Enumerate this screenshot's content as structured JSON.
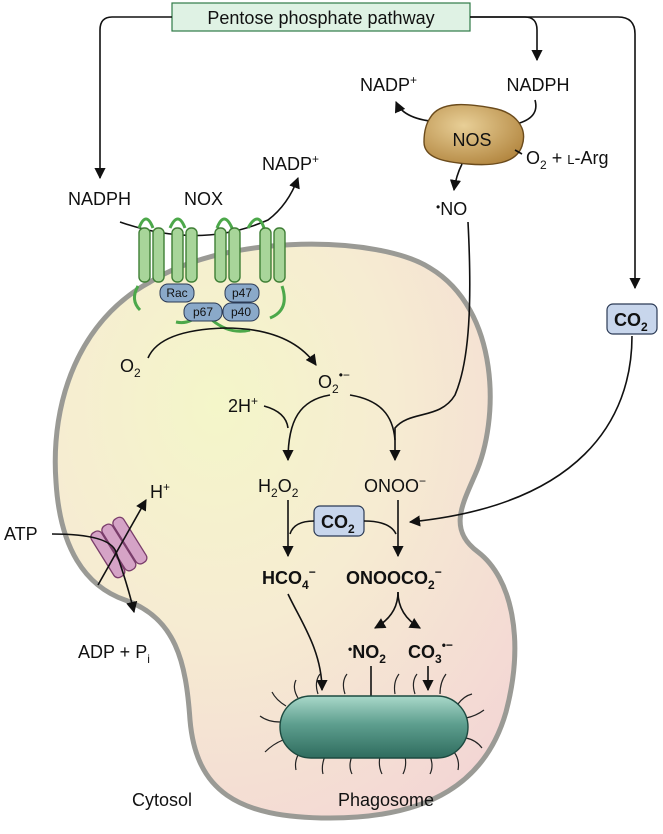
{
  "pathway_label": "Pentose phosphate pathway",
  "compartments": {
    "cytosol": "Cytosol",
    "phagosome": "Phagosome"
  },
  "nox": {
    "name": "NOX",
    "substrate": "NADPH",
    "product": "NADP",
    "product_sup": "+",
    "subunits": {
      "rac": "Rac",
      "p47": "p47",
      "p67": "p67",
      "p40": "p40"
    }
  },
  "nos": {
    "name": "NOS",
    "cofactor_in": "NADPH",
    "cofactor_out": "NADP",
    "cofactor_out_sup": "+",
    "substrate_o2": "O",
    "substrate_o2_sub": "2",
    "substrate_plus": " + ",
    "substrate_arg_prefix": "L",
    "substrate_arg": "-Arg",
    "product_dot": "•",
    "product": "NO"
  },
  "species": {
    "o2": {
      "base": "O",
      "sub": "2"
    },
    "superoxide": {
      "base": "O",
      "sub": "2",
      "sup": "•−"
    },
    "protons": {
      "base": "2H",
      "sup": "+"
    },
    "h2o2": {
      "b1": "H",
      "s1": "2",
      "b2": "O",
      "s2": "2"
    },
    "peroxynitrite": {
      "base": "ONOO",
      "sup": "−"
    },
    "co2_box": {
      "base": "CO",
      "sub": "2"
    },
    "co2_outer": {
      "base": "CO",
      "sub": "2"
    },
    "peroxymonocarbonate": {
      "base": "HCO",
      "sub": "4",
      "sup": "−"
    },
    "nitrosoperoxycarbonate": {
      "base": "ONOOCO",
      "sub": "2",
      "sup": "−"
    },
    "no2": {
      "dot": "•",
      "base": "NO",
      "sub": "2"
    },
    "carbonate_radical": {
      "base": "CO",
      "sub": "3",
      "sup": "•−"
    }
  },
  "pump": {
    "atp": "ATP",
    "adp": "ADP + P",
    "adp_sub": "i",
    "proton": "H",
    "proton_sup": "+"
  },
  "colors": {
    "pathway_box_fill": "#dff2e4",
    "pathway_box_stroke": "#2f7a47",
    "nox_tm_fill": "#a8d59a",
    "nox_tm_stroke": "#3f7f35",
    "subunit_fill": "#8aa9c9",
    "nos_fill": "#c9a25c",
    "co2_fill": "#c8d6ec",
    "pump_fill": "#d5a3c6",
    "bacterium_fill": "#5e9f8f",
    "membrane": "#9a9a95"
  }
}
